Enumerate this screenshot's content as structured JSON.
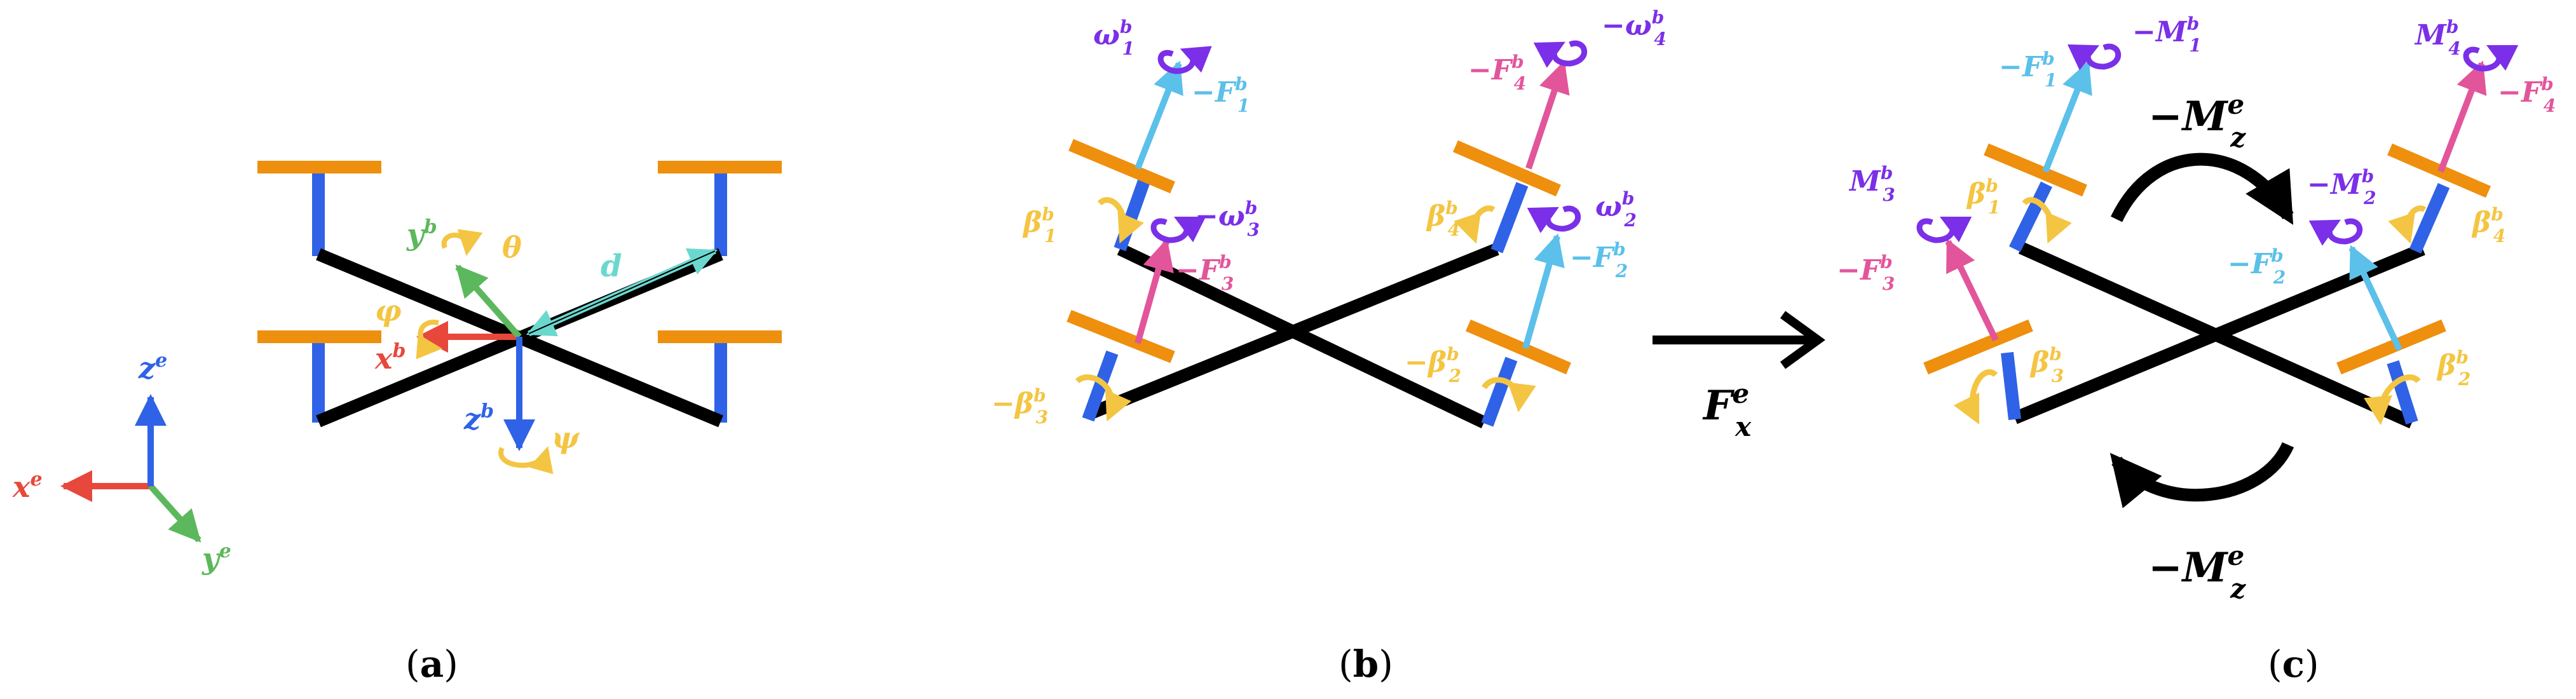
{
  "colors": {
    "frame": "#000000",
    "arm": "#2f62e6",
    "rotor": "#ee8f0e",
    "force": "#5bc0ea",
    "force_neg": "#e2559b",
    "omega": "#7b2fe8",
    "angle": "#f4c542",
    "x_axis": "#e8473b",
    "y_axis": "#5cb85c",
    "z_axis": "#2f62e6",
    "distance": "#6bd8cf"
  },
  "panel_a": {
    "caption": "a",
    "axes": {
      "x": "x",
      "y": "y",
      "z": "z",
      "sup": "e"
    },
    "body_axes": {
      "x": "x",
      "y": "y",
      "z": "z",
      "sup": "b"
    },
    "angles": {
      "roll": "φ",
      "pitch": "θ",
      "yaw": "ψ"
    },
    "distance": "d"
  },
  "panel_b": {
    "caption": "b",
    "rotors": [
      {
        "omega": "ω",
        "omega_sub": "1",
        "omega_sup": "b",
        "force": "−F",
        "force_sub": "1",
        "force_sup": "b",
        "beta": "β",
        "beta_sub": "1",
        "beta_sup": "b"
      },
      {
        "omega": "ω",
        "omega_sub": "2",
        "omega_sup": "b",
        "force": "−F",
        "force_sub": "2",
        "force_sup": "b",
        "beta": "−β",
        "beta_sub": "2",
        "beta_sup": "b"
      },
      {
        "omega": "−ω",
        "omega_sub": "3",
        "omega_sup": "b",
        "force": "−F",
        "force_sub": "3",
        "force_sup": "b",
        "beta": "−β",
        "beta_sub": "3",
        "beta_sup": "b"
      },
      {
        "omega": "−ω",
        "omega_sub": "4",
        "omega_sup": "b",
        "force": "−F",
        "force_sub": "4",
        "force_sup": "b",
        "beta": "β",
        "beta_sub": "4",
        "beta_sup": "b"
      }
    ]
  },
  "transition": {
    "label": "F",
    "sub": "x",
    "sup": "e"
  },
  "panel_c": {
    "caption": "c",
    "rotors": [
      {
        "moment": "−M",
        "moment_sub": "1",
        "moment_sup": "b",
        "force": "−F",
        "force_sub": "1",
        "force_sup": "b",
        "beta": "β",
        "beta_sub": "1",
        "beta_sup": "b"
      },
      {
        "moment": "−M",
        "moment_sub": "2",
        "moment_sup": "b",
        "force": "−F",
        "force_sub": "2",
        "force_sup": "b",
        "beta": "β",
        "beta_sub": "2",
        "beta_sup": "b"
      },
      {
        "moment": "M",
        "moment_sub": "3",
        "moment_sup": "b",
        "force": "−F",
        "force_sub": "3",
        "force_sup": "b",
        "beta": "β",
        "beta_sub": "3",
        "beta_sup": "b"
      },
      {
        "moment": "M",
        "moment_sub": "4",
        "moment_sup": "b",
        "force": "−F",
        "force_sub": "4",
        "force_sup": "b",
        "beta": "β",
        "beta_sub": "4",
        "beta_sup": "b"
      }
    ],
    "yaw_moment": {
      "label": "−M",
      "sub": "z",
      "sup": "e"
    }
  }
}
